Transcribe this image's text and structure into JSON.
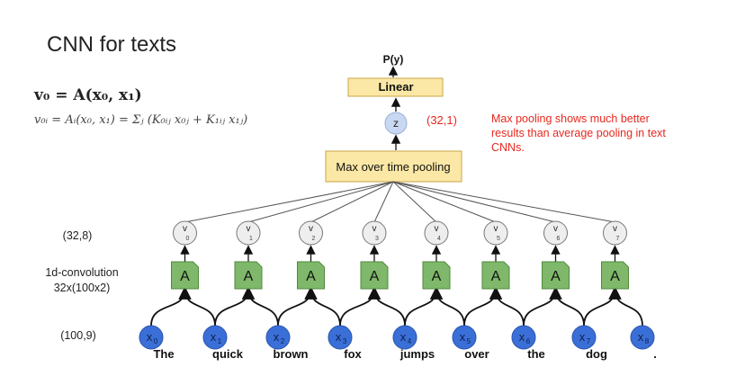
{
  "title": "CNN for texts",
  "equations": {
    "v0": "v₀ = A(x₀, x₁)",
    "v0i": "v₀ᵢ = Aᵢ(x₀, x₁) = Σⱼ (K₀ᵢⱼ x₀ⱼ + K₁ᵢⱼ x₁ⱼ)"
  },
  "output_label": "P(y)",
  "linear_label": "Linear",
  "z_label": "z",
  "z_dim": "(32,1)",
  "pooling_label": "Max over time pooling",
  "note": "Max pooling shows much better results than average pooling in text CNNs.",
  "left_labels": {
    "v_dim": "(32,8)",
    "conv_line1": "1d-convolution",
    "conv_line2": "32x(100x2)",
    "x_dim": "(100,9)"
  },
  "v_nodes": [
    {
      "label": "v",
      "sub": "0"
    },
    {
      "label": "v",
      "sub": "1"
    },
    {
      "label": "v",
      "sub": "2"
    },
    {
      "label": "v",
      "sub": "3"
    },
    {
      "label": "v",
      "sub": "4"
    },
    {
      "label": "v",
      "sub": "5"
    },
    {
      "label": "v",
      "sub": "6"
    },
    {
      "label": "v",
      "sub": "7"
    }
  ],
  "a_label": "A",
  "x_nodes": [
    {
      "label": "x",
      "sub": "0",
      "word": "The"
    },
    {
      "label": "x",
      "sub": "1",
      "word": "quick"
    },
    {
      "label": "x",
      "sub": "2",
      "word": "brown"
    },
    {
      "label": "x",
      "sub": "3",
      "word": "fox"
    },
    {
      "label": "x",
      "sub": "4",
      "word": "jumps"
    },
    {
      "label": "x",
      "sub": "5",
      "word": "over"
    },
    {
      "label": "x",
      "sub": "6",
      "word": "the"
    },
    {
      "label": "x",
      "sub": "7",
      "word": "dog"
    },
    {
      "label": "x",
      "sub": "8",
      "word": "."
    }
  ],
  "colors": {
    "x_node": "#3a6fd8",
    "a_box": "#7fb86a",
    "a_border": "#4f8a3c",
    "v_node": "#eeeeee",
    "pooling_box": "#fbe8a6",
    "pooling_border": "#c9a64a",
    "z_node": "#c9d8f2",
    "note": "#e8281e"
  }
}
